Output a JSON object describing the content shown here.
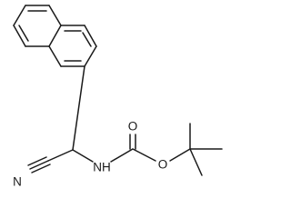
{
  "structure": {
    "atom_labels": {
      "nitrile_n": "N",
      "amine_nh": "NH",
      "carbonyl_o": "O",
      "ester_o": "O"
    },
    "colors": {
      "bond": "#1a1a1a",
      "label": "#1a1a1a",
      "background": "#ffffff"
    }
  }
}
